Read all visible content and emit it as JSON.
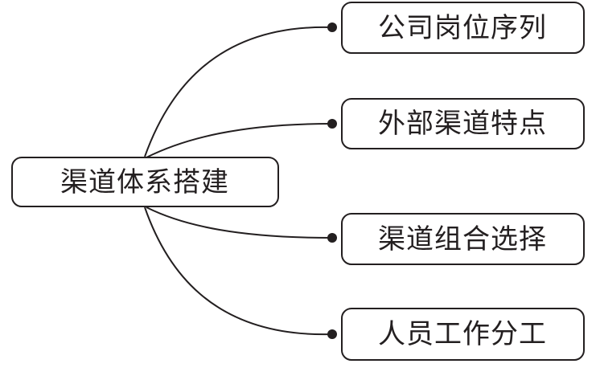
{
  "root": {
    "label": "渠道体系搭建"
  },
  "branches": [
    {
      "label": "公司岗位序列"
    },
    {
      "label": "外部渠道特点"
    },
    {
      "label": "渠道组合选择"
    },
    {
      "label": "人员工作分工"
    }
  ]
}
